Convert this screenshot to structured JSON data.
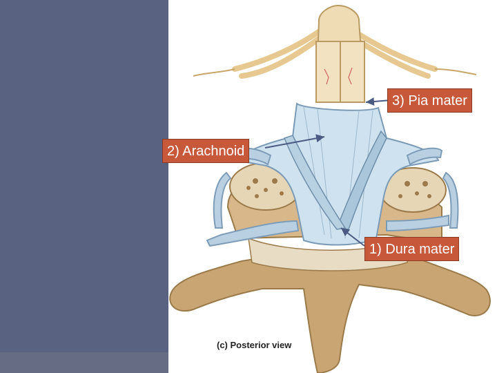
{
  "slide": {
    "sidebar_color": "#5a6282",
    "label_color": "#c8583a"
  },
  "labels": {
    "pia_mater": "3) Pia mater",
    "arachnoid": "2) Arachnoid",
    "dura_mater": "1) Dura mater"
  },
  "caption": "(c) Posterior view"
}
